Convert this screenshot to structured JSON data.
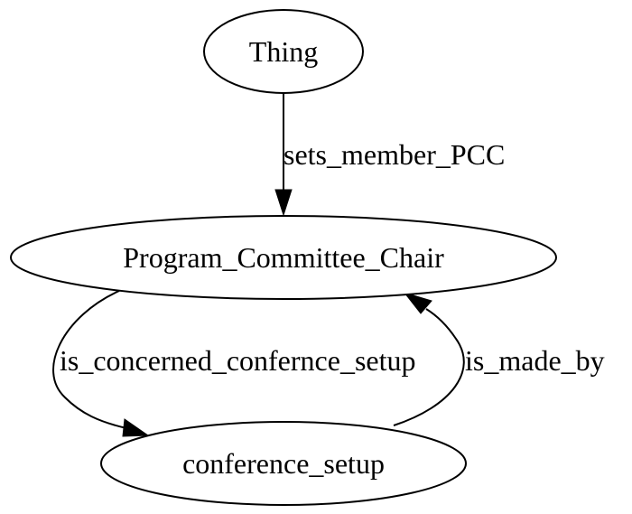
{
  "diagram": {
    "nodes": {
      "thing": "Thing",
      "program_committee_chair": "Program_Committee_Chair",
      "conference_setup": "conference_setup"
    },
    "edges": {
      "sets_member_pcc": "sets_member_PCC",
      "is_concerned_confernce_setup": "is_concerned_confernce_setup",
      "is_made_by": "is_made_by"
    }
  }
}
